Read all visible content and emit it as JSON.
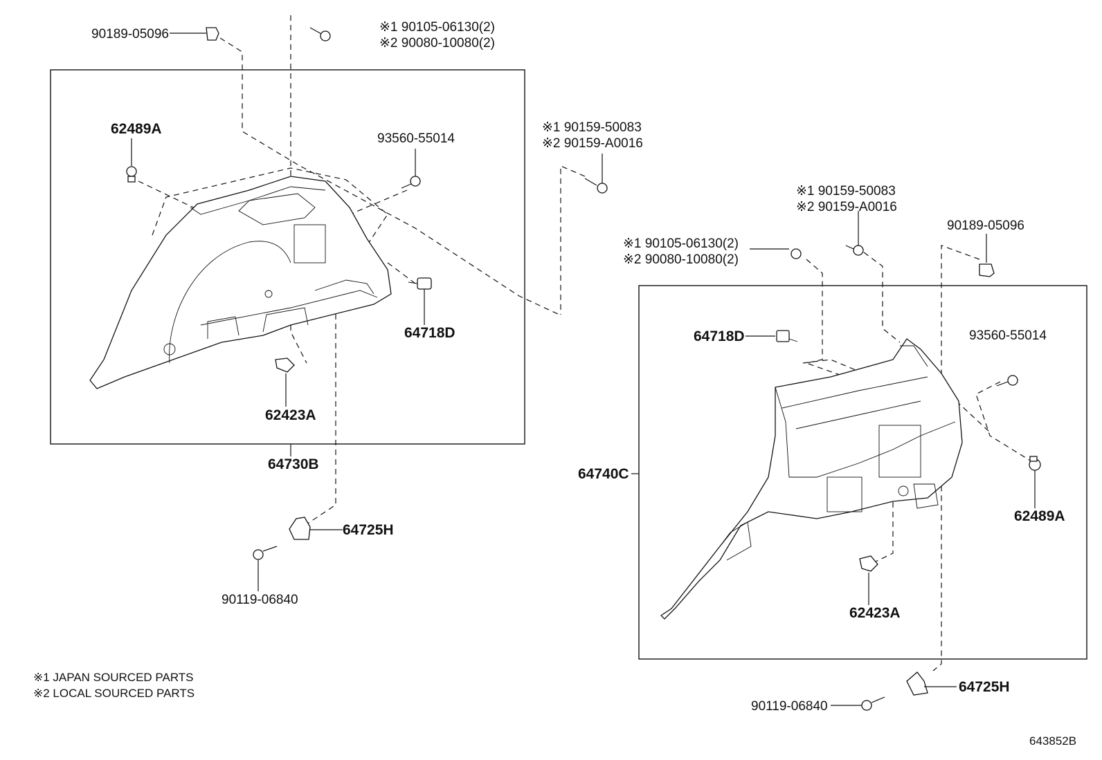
{
  "left_assembly": {
    "assembly_label": "64730B",
    "labels": {
      "clip_top": "90189-05096",
      "screw_top_1": "※1 90105-06130(2)",
      "screw_top_2": "※2 90080-10080(2)",
      "clip_62489": "62489A",
      "screw_93560": "93560-55014",
      "part_64718": "64718D",
      "part_62423": "62423A",
      "part_64725": "64725H",
      "screw_bottom": "90119-06840"
    }
  },
  "middle_labels": {
    "screw_1": "※1 90159-50083",
    "screw_2": "※2 90159-A0016"
  },
  "right_assembly": {
    "assembly_label": "64740C",
    "labels": {
      "screw_a_1": "※1 90159-50083",
      "screw_a_2": "※2 90159-A0016",
      "screw_b_1": "※1 90105-06130(2)",
      "screw_b_2": "※2 90080-10080(2)",
      "clip_top": "90189-05096",
      "part_64718": "64718D",
      "screw_93560": "93560-55014",
      "clip_62489": "62489A",
      "part_62423": "62423A",
      "part_64725": "64725H",
      "screw_bottom": "90119-06840"
    }
  },
  "notes": {
    "note1": "※1  JAPAN SOURCED PARTS",
    "note2": "※2  LOCAL SOURCED PARTS"
  },
  "diagram_id": "643852B"
}
